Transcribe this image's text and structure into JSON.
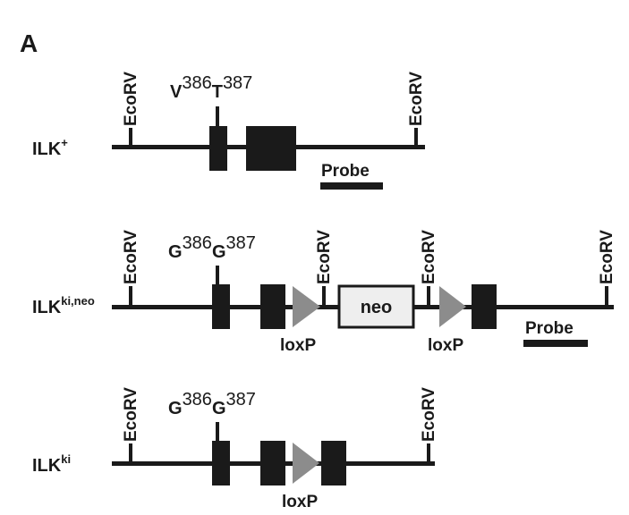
{
  "panel_label": "A",
  "site_label": "EcoRV",
  "loxp_label": "loxP",
  "probe_label": "Probe",
  "neo_label": "neo",
  "colors": {
    "line": "#1a1a1a",
    "exon": "#1a1a1a",
    "loxp": "#8c8c8c",
    "neo_fill": "#eeeeee"
  },
  "alleles": [
    {
      "name": "ILK",
      "sup": "+",
      "mutation": {
        "aa1": "V",
        "pos1": "386",
        "aa2": "T",
        "pos2": "387"
      }
    },
    {
      "name": "ILK",
      "sup": "ki,neo",
      "mutation": {
        "aa1": "G",
        "pos1": "386",
        "aa2": "G",
        "pos2": "387"
      }
    },
    {
      "name": "ILK",
      "sup": "ki",
      "mutation": {
        "aa1": "G",
        "pos1": "386",
        "aa2": "G",
        "pos2": "387"
      }
    }
  ]
}
